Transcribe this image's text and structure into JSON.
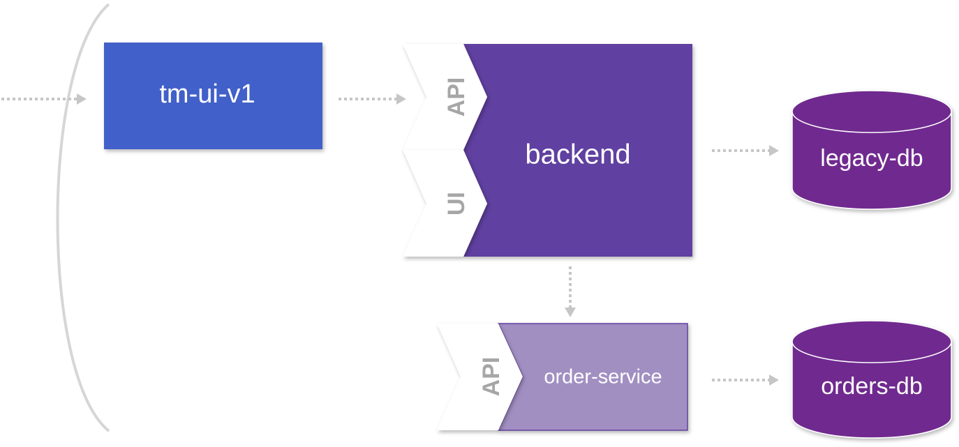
{
  "nodes": {
    "frontend": {
      "label": "tm-ui-v1",
      "color": "#4361c9"
    },
    "backend": {
      "label": "backend",
      "color": "#613fa0",
      "tabs": [
        "API",
        "UI"
      ]
    },
    "order_service": {
      "label": "order-service",
      "color": "#a18fc2",
      "border_color": "#613fa0",
      "tabs": [
        "API"
      ]
    },
    "legacy_db": {
      "label": "legacy-db",
      "color": "#6f2c8f"
    },
    "orders_db": {
      "label": "orders-db",
      "color": "#6f2c8f"
    }
  },
  "edges": [
    {
      "from": "external",
      "to": "frontend"
    },
    {
      "from": "frontend",
      "to": "backend"
    },
    {
      "from": "backend",
      "to": "legacy_db"
    },
    {
      "from": "backend",
      "to": "order_service"
    },
    {
      "from": "order_service",
      "to": "orders_db"
    }
  ],
  "colors": {
    "arrow": "#c6c6c6",
    "boundary": "#d6d6d6",
    "tab_text": "#a6a6a6"
  }
}
